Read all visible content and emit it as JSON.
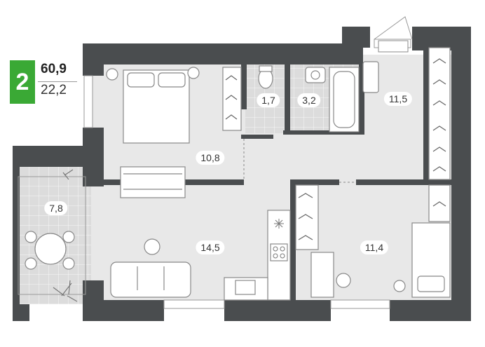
{
  "summary": {
    "rooms_count": "2",
    "total_area": "60,9",
    "living_area": "22,2"
  },
  "rooms": {
    "bedroom": "10,8",
    "toilet": "1,7",
    "bathroom": "3,2",
    "hall": "11,5",
    "balcony": "7,8",
    "living_kitchen": "14,5",
    "second_room": "11,4"
  },
  "colors": {
    "wall": "#4a4d4f",
    "floor": "#e6e6e6",
    "tile": "#d9d9d9",
    "accent": "#3aa935"
  }
}
